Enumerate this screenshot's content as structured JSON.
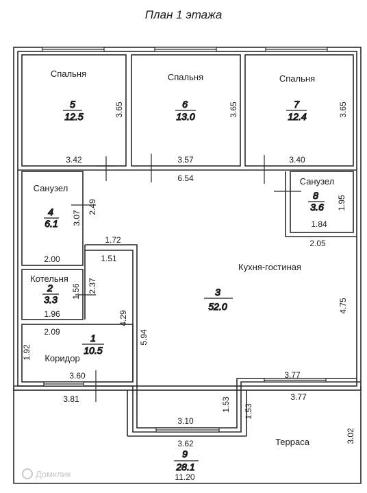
{
  "title": "План 1 этажа",
  "watermark": "Домклик",
  "rooms": {
    "bed5": {
      "name": "Спальня",
      "num": "5",
      "area": "12.5"
    },
    "bed6": {
      "name": "Спальня",
      "num": "6",
      "area": "13.0"
    },
    "bed7": {
      "name": "Спальня",
      "num": "7",
      "area": "12.4"
    },
    "bath4": {
      "name": "Санузел",
      "num": "4",
      "area": "6.1"
    },
    "bath8": {
      "name": "Санузел",
      "num": "8",
      "area": "3.6"
    },
    "boiler": {
      "name": "Котельня",
      "num": "2",
      "area": "3.3"
    },
    "corr": {
      "name": "Коридор",
      "num": "1",
      "area": "10.5"
    },
    "kitchen": {
      "name": "Кухня-гостиная",
      "num": "3",
      "area": "52.0"
    },
    "terrace": {
      "name": "Терраса",
      "num": "9",
      "area": "28.1"
    }
  },
  "dims": {
    "bed5_h": "3.65",
    "bed6_h": "3.65",
    "bed7_h": "3.65",
    "bed5_w": "3.42",
    "bed6_w": "3.57",
    "bed7_w": "3.40",
    "hall_w": "6.54",
    "bath8_h": "1.95",
    "bath8_w": "1.84",
    "bath8_gap": "2.05",
    "bath4_h": "3.07",
    "bath4_h2": "2.49",
    "bath4_w": "2.00",
    "n172": "1.72",
    "n151": "1.51",
    "boiler_h": "1.56",
    "boiler_h2": "2.37",
    "boiler_w": "1.96",
    "corr_w_top": "2.09",
    "corr_h": "1.92",
    "corr_h2": "4.29",
    "corr_w": "3.60",
    "kitchen_h": "5.94",
    "kitchen_r": "4.75",
    "k_377a": "3.77",
    "k_377b": "3.77",
    "k_153a": "1.53",
    "k_153b": "1.53",
    "k_310": "3.10",
    "k_362": "3.62",
    "left_381": "3.81",
    "terrace_h": "3.02",
    "total_w": "11.20"
  }
}
